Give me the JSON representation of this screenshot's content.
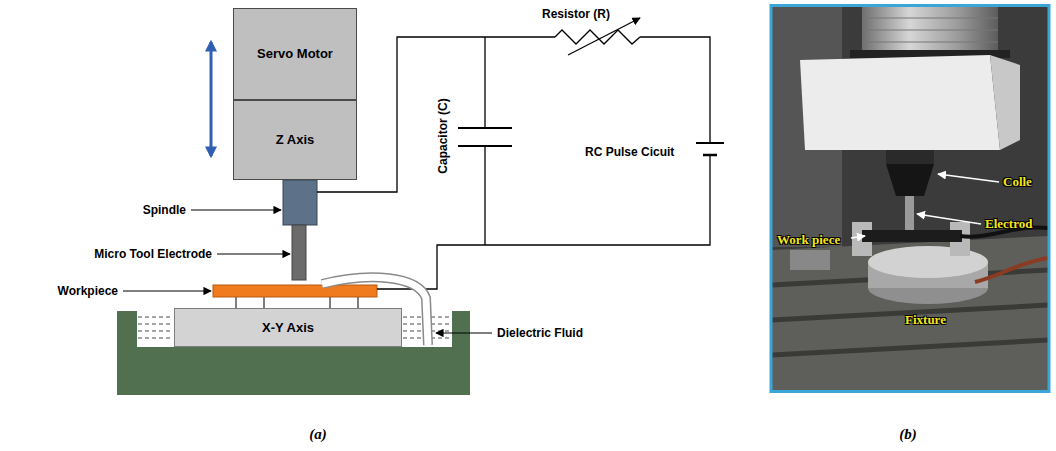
{
  "diagram": {
    "nodes": [
      {
        "text": [
          "Servo Motor"
        ]
      },
      {
        "text": [
          "Z Axis"
        ]
      },
      {
        "text": [
          "X-Y Axis"
        ]
      }
    ],
    "labels": [
      "Spindle",
      "Micro Tool Electrode",
      "Workpiece",
      "Dielectric Fluid",
      "Resistor (R)",
      "Capacitor (C)",
      "RC Pulse Cicuit",
      "(a)",
      "Colle",
      "Electrod",
      "Work piece",
      "Fixture",
      "(b)"
    ]
  }
}
